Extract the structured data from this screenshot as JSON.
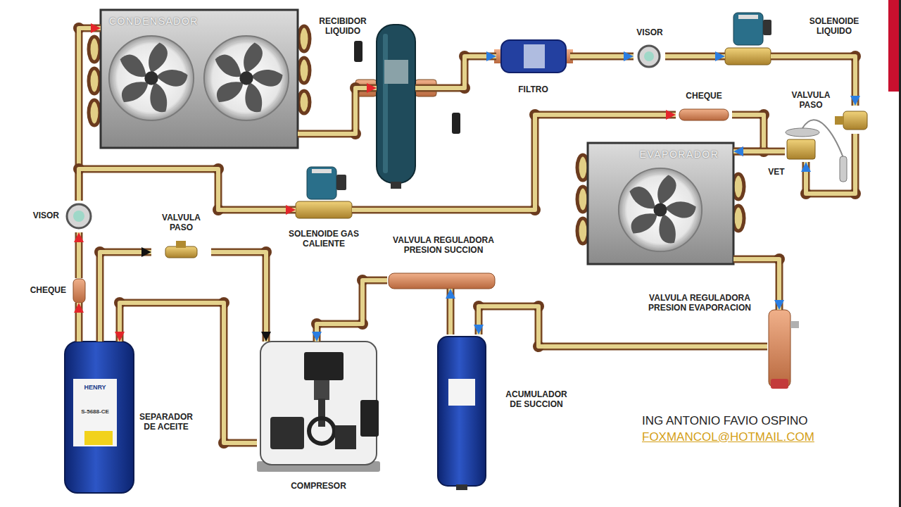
{
  "diagram": {
    "nodes": [
      {
        "text": [
          "CONDENSADOR"
        ]
      },
      {
        "text": [
          "RECIBIDOR LIQUIDO"
        ]
      },
      {
        "text": [
          "FILTRO"
        ]
      },
      {
        "text": [
          "VISOR"
        ]
      },
      {
        "text": [
          "SOLENOIDE LIQUIDO"
        ]
      },
      {
        "text": [
          "CHEQUE"
        ]
      },
      {
        "text": [
          "VALVULA PASO"
        ]
      },
      {
        "text": [
          "EVAPORADOR"
        ]
      },
      {
        "text": [
          "VET"
        ]
      },
      {
        "text": [
          "VISOR"
        ]
      },
      {
        "text": [
          "VALVULA PASO"
        ]
      },
      {
        "text": [
          "SOLENOIDE GAS CALIENTE"
        ]
      },
      {
        "text": [
          "VALVULA REGULADORA PRESION SUCCION"
        ]
      },
      {
        "text": [
          "CHEQUE"
        ]
      },
      {
        "text": [
          "VALVULA REGULADORA PRESION EVAPORACION"
        ]
      },
      {
        "text": [
          "SEPARADOR DE ACEITE"
        ]
      },
      {
        "text": [
          "COMPRESOR"
        ]
      },
      {
        "text": [
          "ACUMULADOR DE SUCCION"
        ]
      }
    ],
    "edges": [
      {
        "from": 16,
        "to": 15,
        "arrow": "to"
      },
      {
        "from": 15,
        "to": 13,
        "arrow": "to"
      },
      {
        "from": 13,
        "to": 9,
        "arrow": "to"
      },
      {
        "from": 9,
        "to": 0,
        "arrow": "to"
      },
      {
        "from": 9,
        "to": 11,
        "arrow": "to"
      },
      {
        "from": 11,
        "to": 5,
        "arrow": "to"
      },
      {
        "from": 5,
        "to": 7,
        "arrow": "to"
      },
      {
        "from": 6,
        "to": 8,
        "arrow": "to"
      },
      {
        "from": 8,
        "to": 7,
        "arrow": "to"
      },
      {
        "from": 4,
        "to": 6,
        "arrow": "to"
      },
      {
        "from": 3,
        "to": 4,
        "arrow": "to"
      },
      {
        "from": 2,
        "to": 3,
        "arrow": "to"
      },
      {
        "from": 1,
        "to": 2,
        "arrow": "to"
      },
      {
        "from": 0,
        "to": 1,
        "arrow": "to"
      },
      {
        "from": 7,
        "to": 14,
        "arrow": "to"
      },
      {
        "from": 14,
        "to": 17,
        "arrow": "to"
      },
      {
        "from": 17,
        "to": 12,
        "arrow": "to"
      },
      {
        "from": 12,
        "to": 16,
        "arrow": "to"
      },
      {
        "from": 15,
        "to": 10,
        "arrow": "to"
      },
      {
        "from": 10,
        "to": 16,
        "arrow": "to"
      }
    ],
    "labels": [
      "HENRY",
      "S-5688-CE",
      "ING ANTONIO FAVIO OSPINO",
      "FOXMANCOL@HOTMAIL.COM"
    ]
  }
}
